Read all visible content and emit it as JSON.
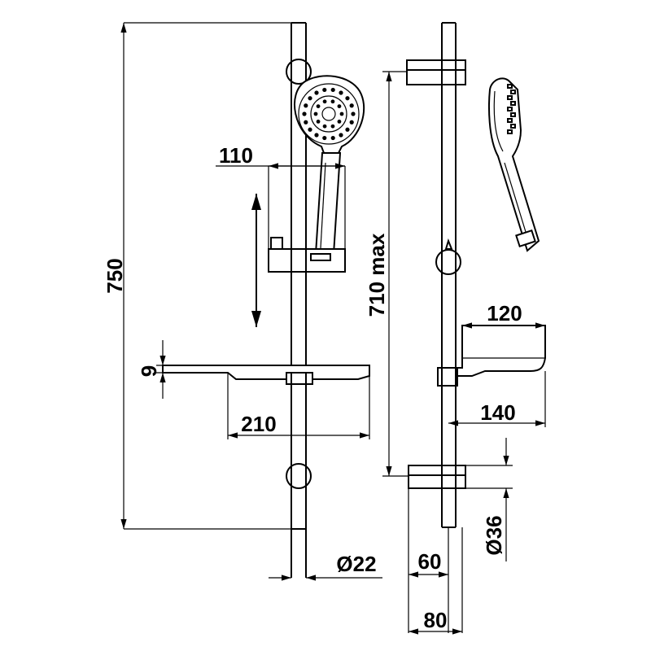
{
  "dimensions": {
    "total_height": "750",
    "slider_width": "110",
    "shelf_thickness": "9",
    "shelf_width": "210",
    "rail_diameter": "Ø22",
    "adjust_range": "710 max",
    "shelf_depth": "120",
    "shelf_projection": "140",
    "bracket_diameter": "Ø36",
    "wall_offset_inner": "60",
    "wall_offset_outer": "80"
  }
}
